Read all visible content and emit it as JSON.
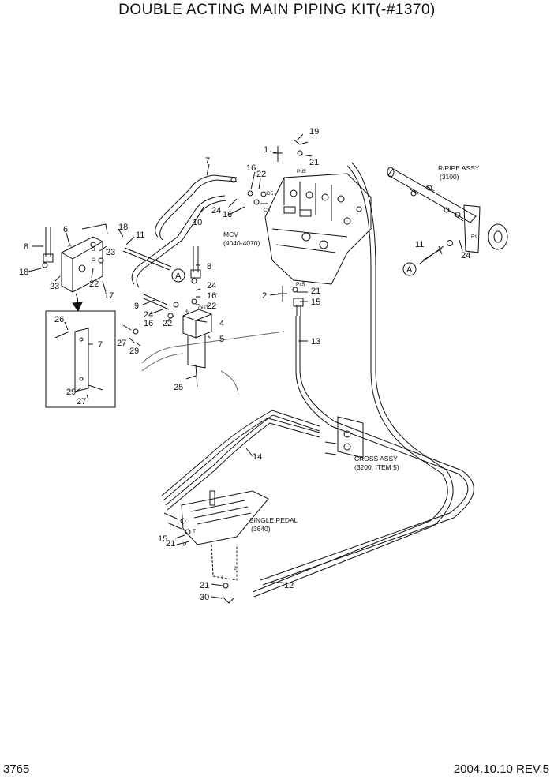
{
  "title": "DOUBLE ACTING MAIN PIPING KIT(-#1370)",
  "page_number": "3765",
  "revision": "2004.10.10  REV.5",
  "callouts": {
    "c1": "1",
    "c2": "2",
    "c4": "4",
    "c5": "5",
    "c6": "6",
    "c7a": "7",
    "c7b": "7",
    "c8a": "8",
    "c8b": "8",
    "c9": "9",
    "c10": "10",
    "c11a": "11",
    "c11b": "11",
    "c12": "12",
    "c13": "13",
    "c14": "14",
    "c15a": "15",
    "c15b": "15",
    "c16a": "16",
    "c16b": "16",
    "c16c": "16",
    "c16d": "16",
    "c17": "17",
    "c18a": "18",
    "c18b": "18",
    "c19": "19",
    "c21a": "21",
    "c21b": "21",
    "c21c": "21",
    "c21d": "21",
    "c22a": "22",
    "c22b": "22",
    "c22c": "22",
    "c22d": "22",
    "c23a": "23",
    "c23b": "23",
    "c24a": "24",
    "c24b": "24",
    "c24c": "24",
    "c24d": "24",
    "c25": "25",
    "c26": "26",
    "c27a": "27",
    "c27b": "27",
    "c29a": "29",
    "c29b": "29",
    "c30": "30"
  },
  "labels": {
    "rpipe_assy": "R/PIPE ASSY",
    "rpipe_ref": "(3100)",
    "mcv": "MCV",
    "mcv_ref": "(4040-4070)",
    "cross_assy": "CROSS ASSY",
    "cross_ref": "(3200, ITEM 5)",
    "single_pedal": "SINGLE PEDAL",
    "pedal_ref": "(3640)",
    "ref_a1": "A",
    "ref_a2": "A",
    "port_pd5": "Pd5",
    "port_d5": "D5",
    "port_c5": "C5",
    "port_pc5": "Pc5",
    "port_r9": "R9",
    "port_in": "IN",
    "port_out": "OUT",
    "port_a": "A",
    "port_b": "B",
    "port_c": "C",
    "port_p": "P",
    "port_t": "T",
    "port_p1": "1",
    "port_p2": "2"
  },
  "colors": {
    "line": "#111111",
    "background": "#ffffff"
  }
}
